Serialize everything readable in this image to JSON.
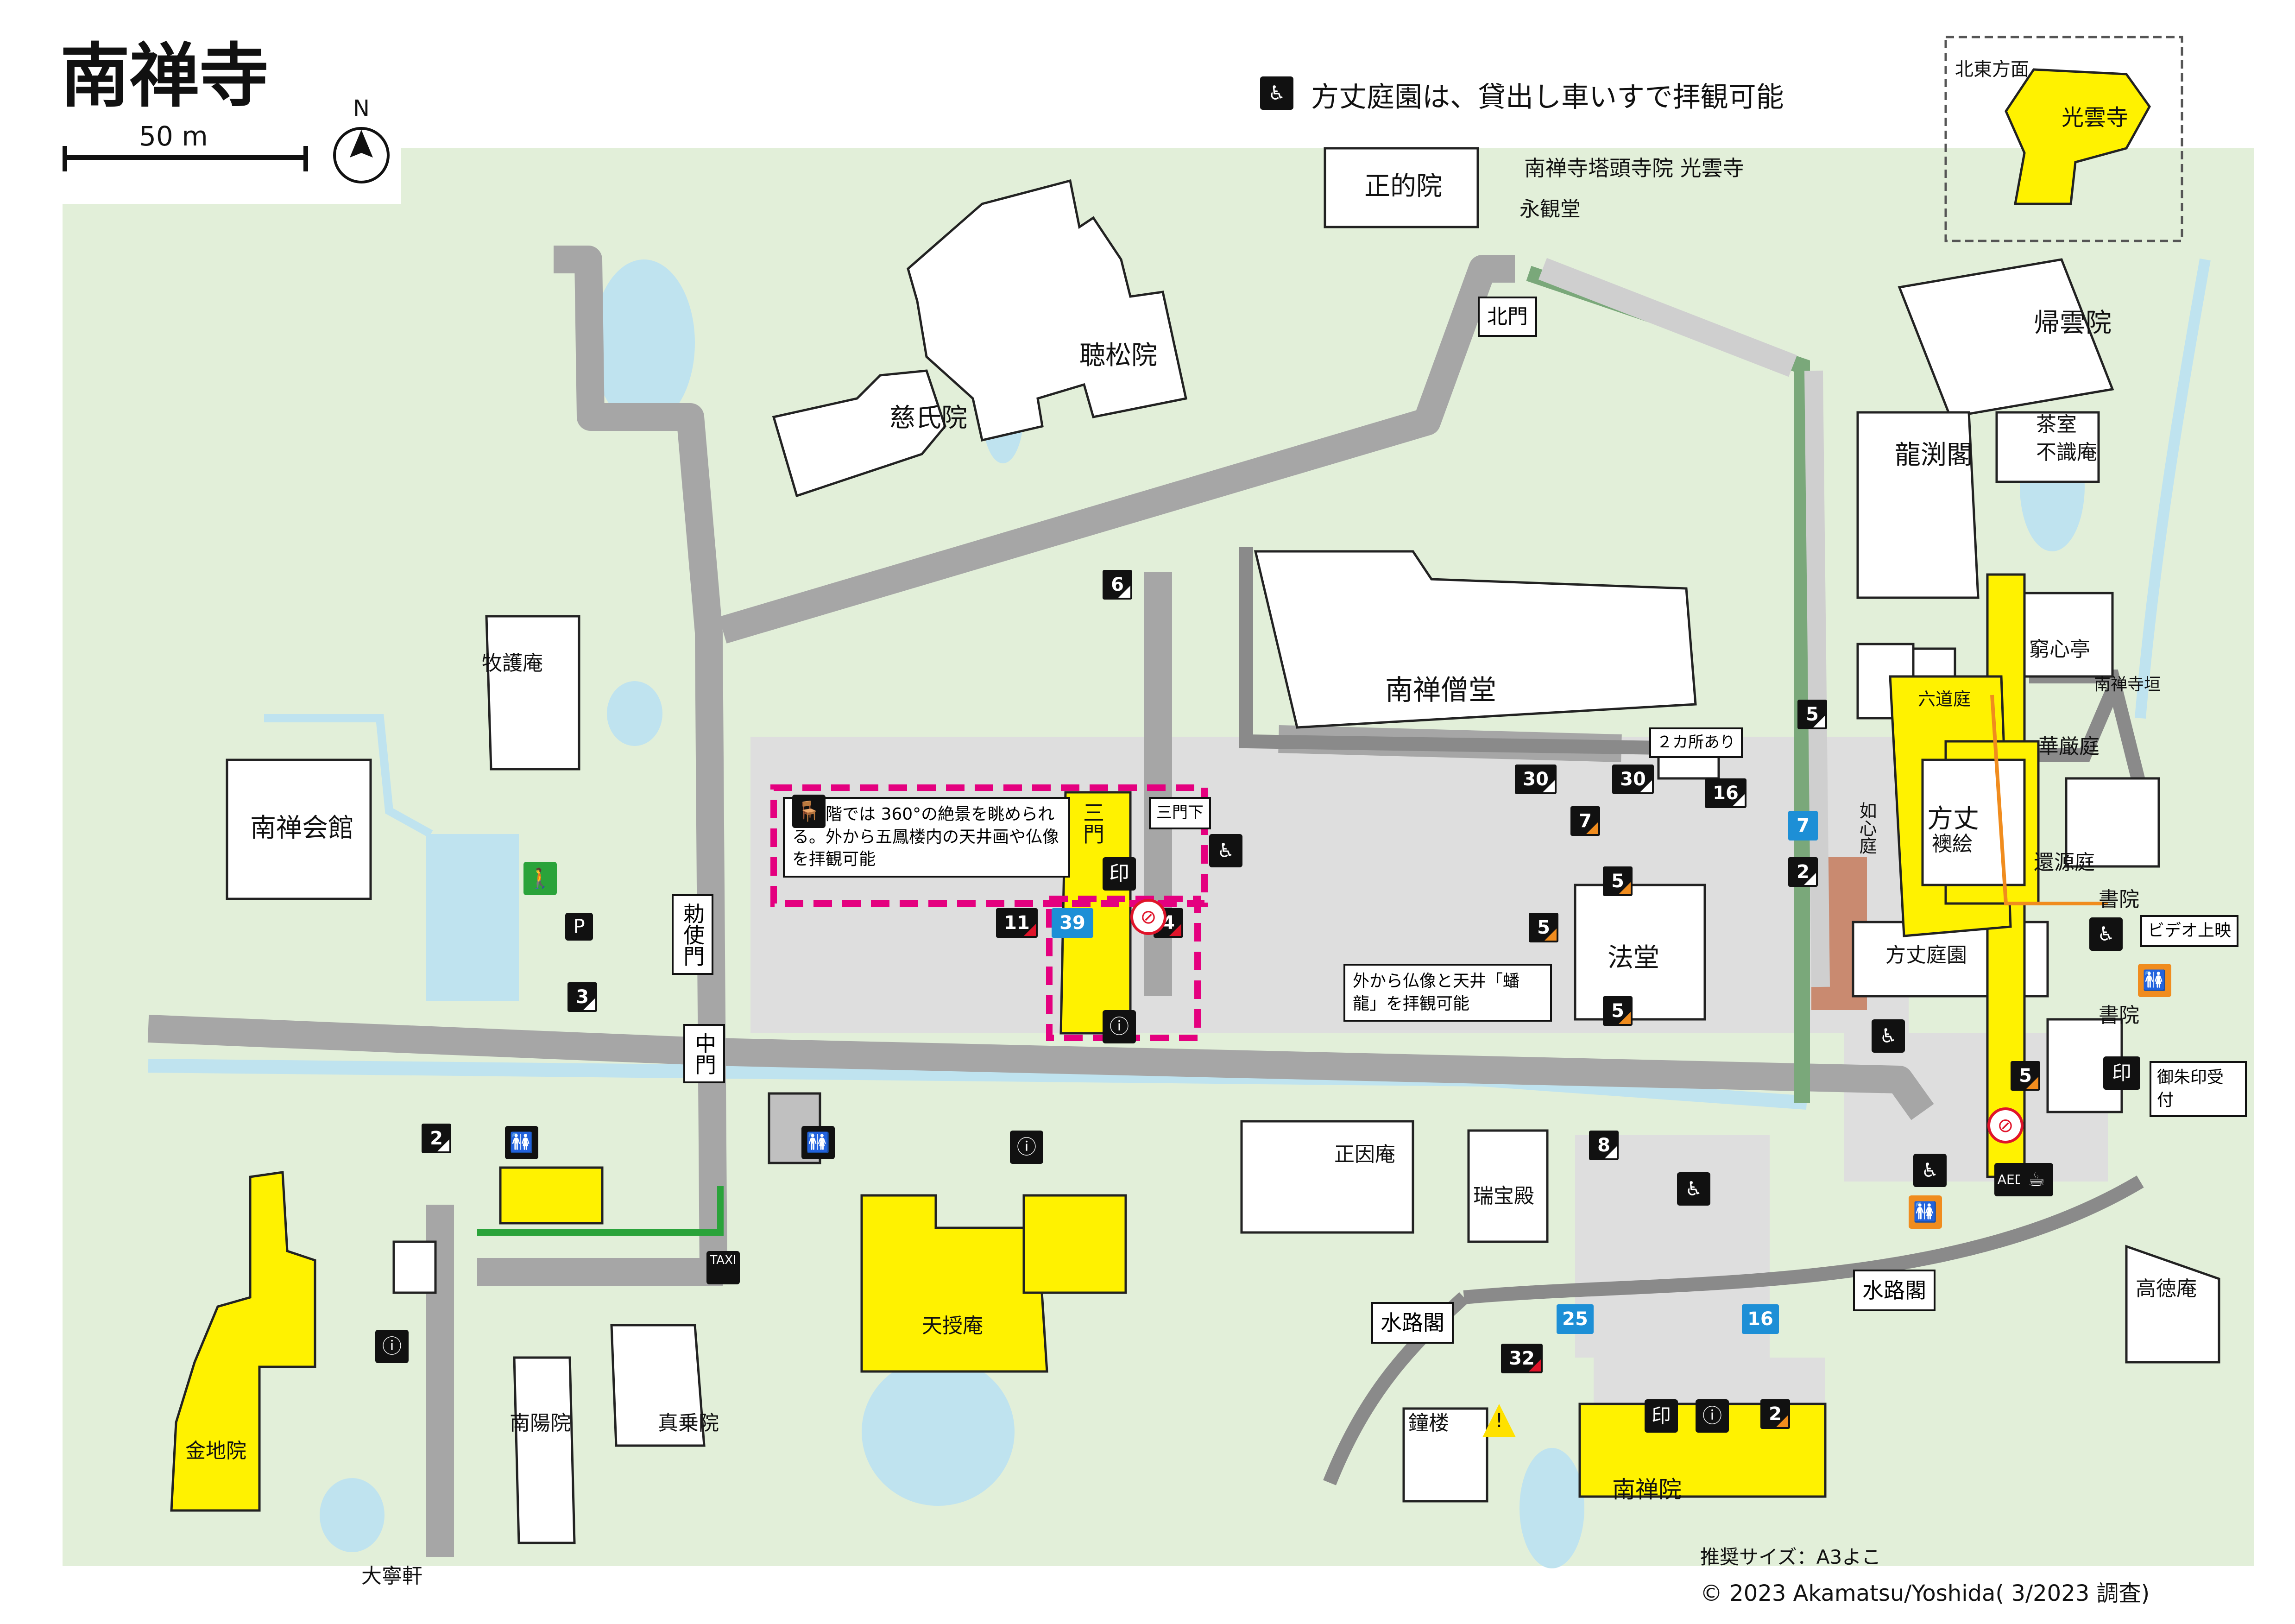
{
  "title": "南禅寺",
  "scale": "50 m",
  "north": "N",
  "notice": "方丈庭園は、貸出し車いすで拝観可能",
  "inset_label": "北東方面",
  "inset_temple": "光雲寺",
  "tatchu_note": "南禅寺塔頭寺院 光雲寺",
  "size_note": "推奨サイズ：A3よこ",
  "copyright": "© 2023 Akamatsu/Yoshida( 3/2023 調査)",
  "sanmon_note": "最上階では 360°の絶景を眺められる。外から五鳳楼内の天井画や仏像を拝観可能",
  "hatto_note": "外から仏像と天井「蟠龍」を拝観可能",
  "sanmon_shita": "三門下",
  "two_places": "２カ所あり",
  "video": "ビデオ上映",
  "goshuin": "御朱印受付",
  "places": {
    "shotekiin": "正的院",
    "eikando": "永観堂",
    "kitamon": "北門",
    "kiunin": "帰雲院",
    "choshoin": "聴松院",
    "jishiin": "慈氏院",
    "ryuenkaku": "龍渕閣",
    "chashitsu": "茶室",
    "fushikian": "不識庵",
    "kyoshintei": "窮心亭",
    "nanzenjigaki": "南禅寺垣",
    "rikudotei": "六道庭",
    "kagontei": "華厳庭",
    "hojo": "方丈",
    "fusuma": "襖絵",
    "nyoshintei": "如心庭",
    "kangentei": "還源庭",
    "shoin": "書院",
    "hojoteien": "方丈庭園",
    "sodo": "南禅僧堂",
    "hatto": "法堂",
    "sanmon": "三門",
    "chokushimon": "勅使門",
    "nakamon": "中門",
    "bokugoan": "牧護庵",
    "kaikan": "南禅会館",
    "shoinan": "正因庵",
    "zuihoden": "瑞宝殿",
    "suirokaku": "水路閣",
    "kotokuan": "高徳庵",
    "tenjuan": "天授庵",
    "konchiin": "金地院",
    "nanyoin": "南陽院",
    "shinjoin": "真乗院",
    "shorou": "鐘楼",
    "nanzenin": "南禅院",
    "taineiken": "大寧軒"
  },
  "badges": [
    "6",
    "3",
    "2",
    "11",
    "39",
    "4",
    "30",
    "30",
    "16",
    "7",
    "7",
    "5",
    "5",
    "5",
    "5",
    "2",
    "8",
    "25",
    "16",
    "32",
    "2",
    "5"
  ],
  "icons": {
    "seal": "印",
    "taxi": "TAXI",
    "aed": "AED",
    "parking": "P",
    "no_photo": "⊘"
  },
  "colors": {
    "ground": "#e2efd9",
    "road": "#a6a6a6",
    "yellow": "#fff200",
    "water": "#bfe3ef",
    "pink": "#e4007f",
    "path": "#dcdcdc"
  }
}
